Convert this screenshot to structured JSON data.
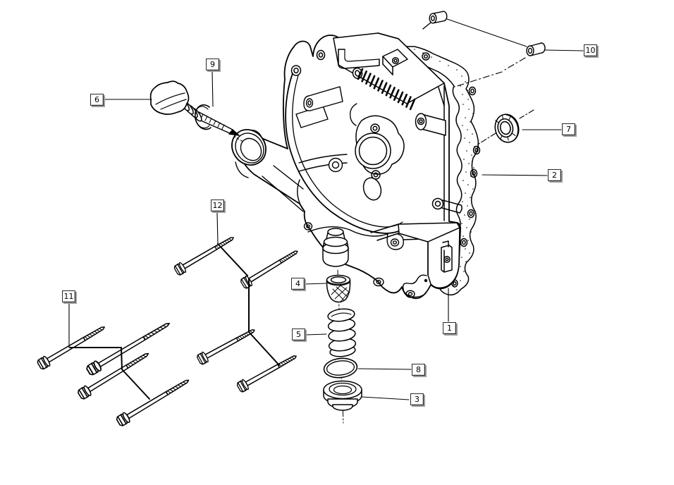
{
  "diagram": {
    "kind": "exploded-parts-diagram",
    "background_color": "#ffffff",
    "line_color": "#000000",
    "callout_style": {
      "face": "#fdfdfd",
      "border": "#2a2a2a",
      "shadow": "#9e9e9e"
    }
  },
  "callouts": {
    "c1": {
      "number": "1"
    },
    "c2": {
      "number": "2"
    },
    "c3": {
      "number": "3"
    },
    "c4": {
      "number": "4"
    },
    "c5": {
      "number": "5"
    },
    "c6": {
      "number": "6"
    },
    "c7": {
      "number": "7"
    },
    "c8": {
      "number": "8"
    },
    "c9": {
      "number": "9"
    },
    "c10": {
      "number": "10"
    },
    "c11": {
      "number": "11"
    },
    "c12": {
      "number": "12"
    }
  }
}
